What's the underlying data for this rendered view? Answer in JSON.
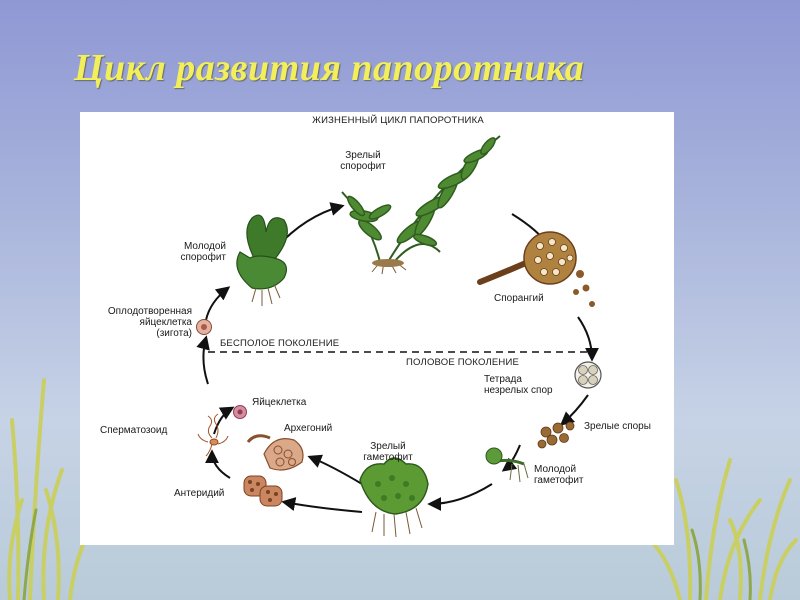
{
  "slide_title": "Цикл развития папоротника",
  "diagram": {
    "title": "ЖИЗНЕННЫЙ ЦИКЛ ПАПОРОТНИКА",
    "asexual_generation": "БЕСПОЛОЕ ПОКОЛЕНИЕ",
    "sexual_generation": "ПОЛОВОЕ ПОКОЛЕНИЕ",
    "stages": {
      "mature_sporophyte": "Зрелый\nспорофит",
      "sporangium": "Спорангий",
      "tetrad": "Тетрада\nнезрелых спор",
      "mature_spores": "Зрелые споры",
      "young_gametophyte": "Молодой\nгаметофит",
      "mature_gametophyte": "Зрелый\nгаметофит",
      "antheridium": "Антеридий",
      "archegonium": "Архегоний",
      "egg": "Яйцеклетка",
      "sperm": "Сперматозоид",
      "zygote": "Оплодотворенная\nяйцеклетка\n(зигота)",
      "young_sporophyte": "Молодой\nспорофит"
    }
  },
  "colors": {
    "title": "#f3ef5a",
    "background_top": "#8f98d4",
    "plant_green": "#3f7a2a",
    "spore_brown": "#8a5a2b"
  }
}
